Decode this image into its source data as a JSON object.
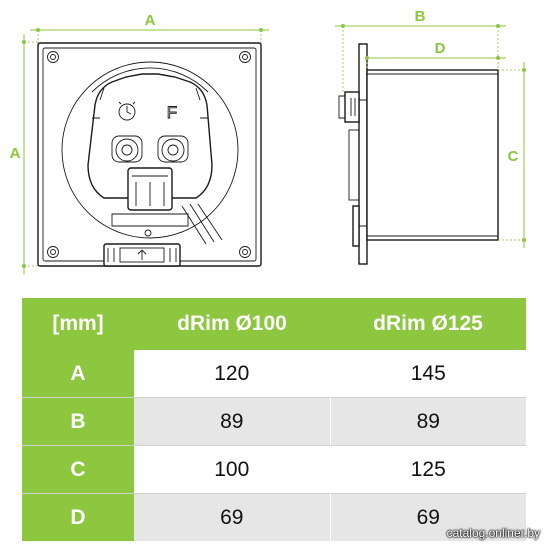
{
  "diagram": {
    "dimension_labels": {
      "A": "A",
      "B": "B",
      "C": "C",
      "D": "D"
    },
    "front_view": {
      "mode_label": "F"
    },
    "colors": {
      "accent": "#8dc63f",
      "line": "#1a1a1a",
      "row_alt": "#e6e6e6"
    }
  },
  "table": {
    "headers": [
      "[mm]",
      "dRim Ø100",
      "dRim Ø125"
    ],
    "rows": [
      {
        "label": "A",
        "values": [
          "120",
          "145"
        ]
      },
      {
        "label": "B",
        "values": [
          "89",
          "89"
        ]
      },
      {
        "label": "C",
        "values": [
          "100",
          "125"
        ]
      },
      {
        "label": "D",
        "values": [
          "69",
          "69"
        ]
      }
    ]
  },
  "watermark": "catalog.onliner.by"
}
